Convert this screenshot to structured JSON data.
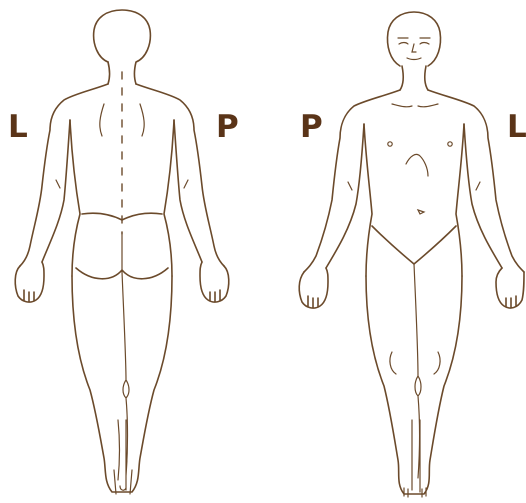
{
  "colors": {
    "line": "#6b4a2b",
    "label": "#5a3418",
    "background": "#ffffff"
  },
  "figures": {
    "back": {
      "left_label": "L",
      "right_label": "P"
    },
    "front": {
      "left_label": "P",
      "right_label": "L"
    }
  }
}
